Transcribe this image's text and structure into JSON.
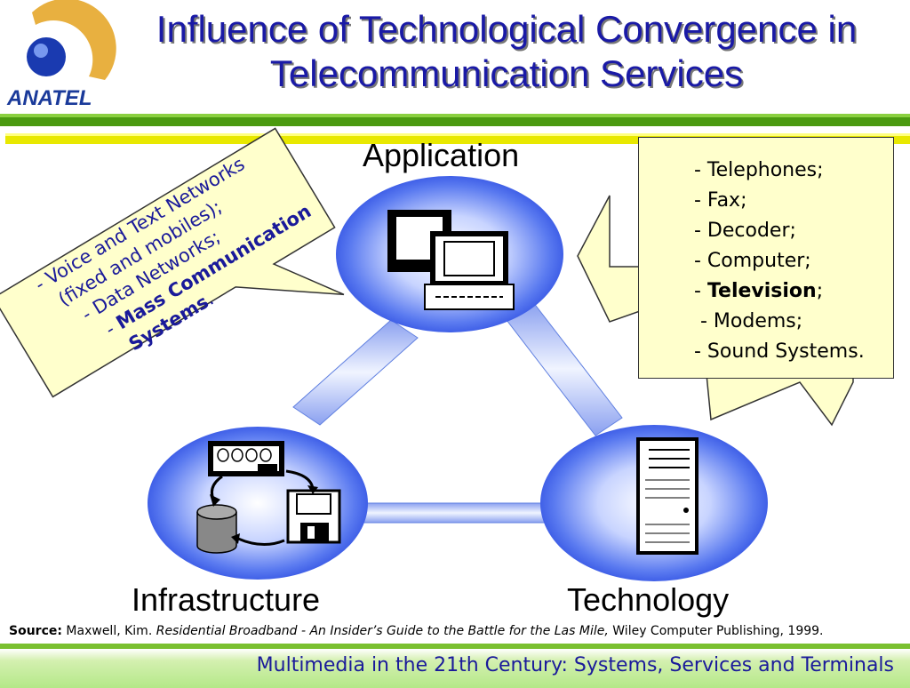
{
  "logo": {
    "text": "ANATEL"
  },
  "title": {
    "line1": "Influence of Technological  Convergence in",
    "line2": "Telecommunication Services"
  },
  "nodes": {
    "application": "Application",
    "infrastructure": "Infrastructure",
    "technology": "Technology"
  },
  "left_box": {
    "line1": "- Voice and Text Networks",
    "line2": "(fixed and mobiles);",
    "line3": "- Data Networks;",
    "line4_prefix": "- ",
    "line4_bold": "Mass Communication",
    "line5_bold": "Systems",
    "line5_suffix": "."
  },
  "right_box": {
    "items": [
      "- Telephones;",
      "- Fax;",
      "- Decoder;",
      "- Computer;"
    ],
    "tv_prefix": "- ",
    "tv_bold": "Television",
    "tv_suffix": ";",
    "items2": [
      " - Modems;",
      "- Sound Systems."
    ]
  },
  "source": {
    "label": "Source:",
    "author": " Maxwell, Kim. ",
    "book": "Residential Broadband - An Insider’s Guide to the Battle for the Las Mile,",
    "publisher": " Wiley Computer Publishing, 1999."
  },
  "footer": "Multimedia in the 21th Century: Systems, Services and Terminals",
  "colors": {
    "title": "#1a1aa6",
    "box_fill": "#ffffcc",
    "node_blue": "#2a5ae8",
    "bar_green": "#4a9a10",
    "bar_yellow": "#e8e800"
  }
}
